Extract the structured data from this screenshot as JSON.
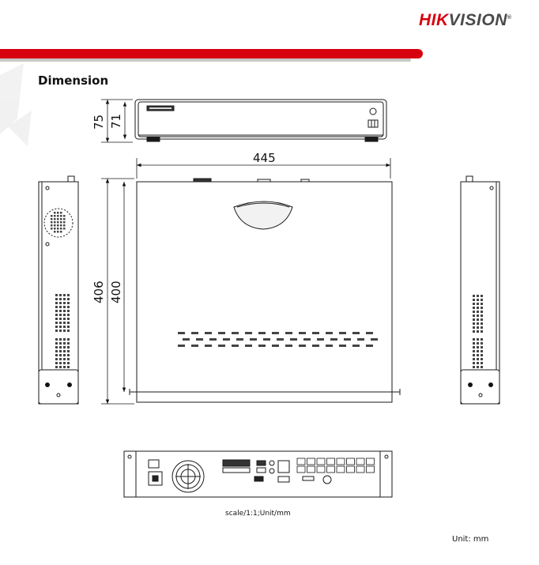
{
  "brand": {
    "red_part": "HIK",
    "gray_part": "VISION",
    "mark": "®",
    "logo_label": "HIKVISION"
  },
  "section": {
    "title": "Dimension"
  },
  "dimensions": {
    "front_height_outer": "75",
    "front_height_inner": "71",
    "width": "445",
    "depth_outer": "406",
    "depth_inner": "400"
  },
  "notes": {
    "scale": "scale/1:1;Unit/mm",
    "unit": "Unit: mm"
  },
  "colors": {
    "brand_red": "#d7000f",
    "line": "#1a1a1a",
    "accent_gray": "#c8c8c8"
  }
}
